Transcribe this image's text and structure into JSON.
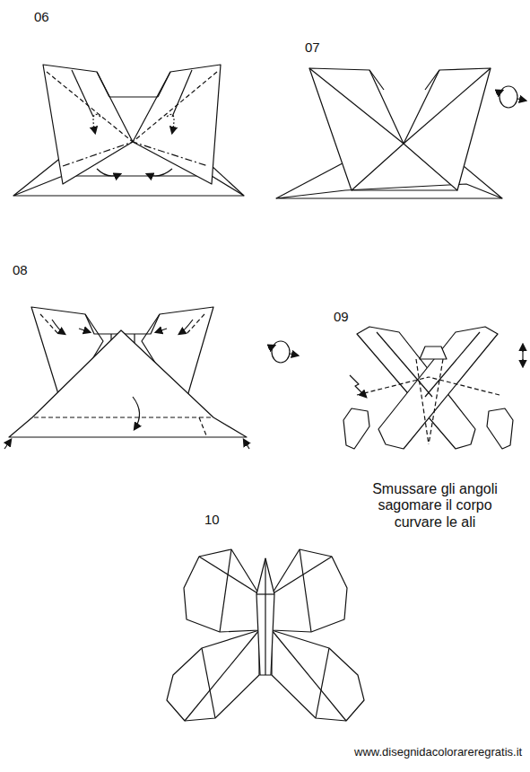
{
  "diagram": {
    "labels": [
      "06",
      "07",
      "08",
      "09",
      "Smussare gli angoli sagomare il corpo curvare le ali",
      "10",
      "www.disegnidacolorareregratis.it"
    ]
  }
}
